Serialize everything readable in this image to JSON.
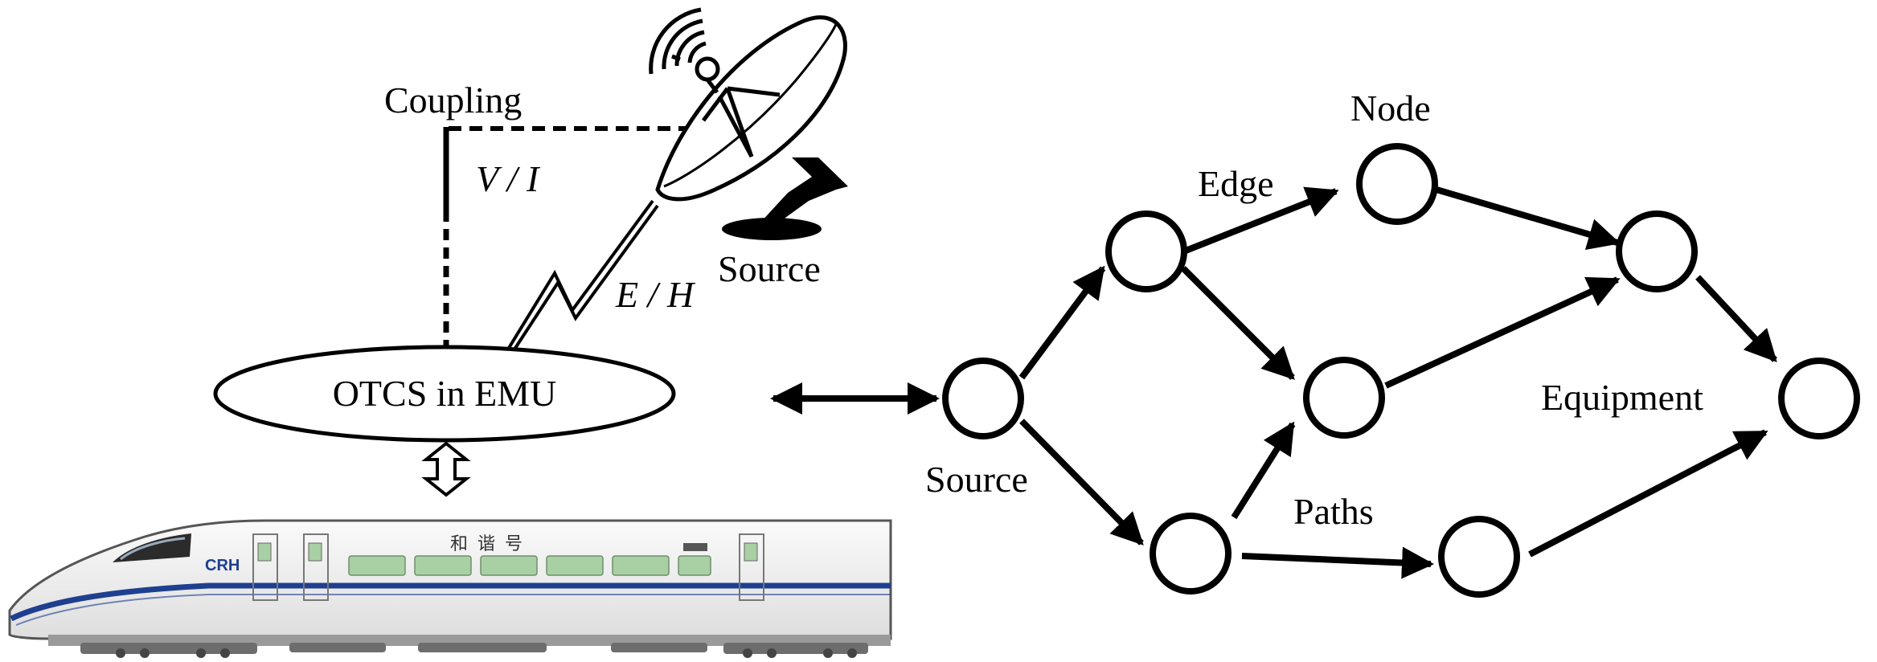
{
  "left": {
    "coupling_label": "Coupling",
    "vi_label": "V / I",
    "eh_label": "E / H",
    "source_label": "Source",
    "otcs_label": "OTCS in EMU"
  },
  "train": {
    "brand": "CRH",
    "name": "和谐号"
  },
  "network": {
    "source_label": "Source",
    "edge_label": "Edge",
    "node_label": "Node",
    "paths_label": "Paths",
    "equipment_label": "Equipment"
  },
  "colors": {
    "line": "#000000",
    "train_stripe": "#1f3f8f",
    "window_green": "#a9cfa4",
    "train_body": "#f4f4f4"
  },
  "icons": [
    "satellite-dish-icon",
    "signal-waves-icon",
    "lightning-bolt-icon",
    "train-icon"
  ]
}
